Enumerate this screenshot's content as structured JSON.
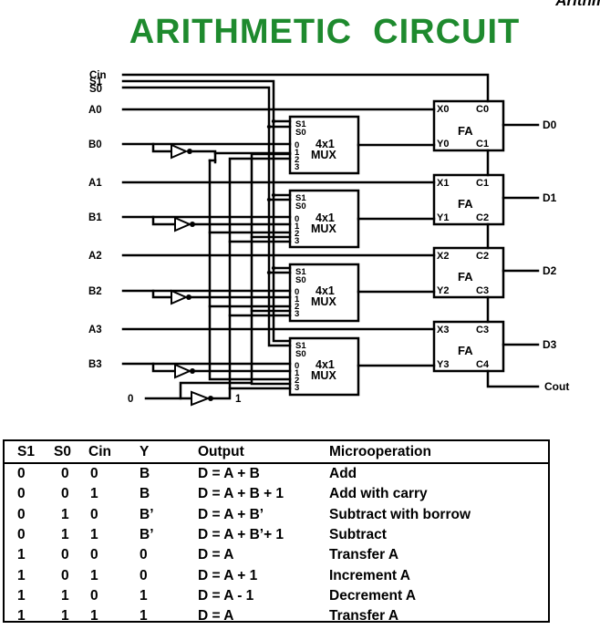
{
  "corner_text": "Arithm",
  "title": "ARITHMETIC  CIRCUIT",
  "inputs": {
    "cin": "Cin",
    "s1": "S1",
    "s0": "S0",
    "a0": "A0",
    "b0": "B0",
    "a1": "A1",
    "b1": "B1",
    "a2": "A2",
    "b2": "B2",
    "a3": "A3",
    "b3": "B3",
    "zero": "0",
    "one": "1"
  },
  "mux": {
    "sel1": "S1",
    "sel0": "S0",
    "in0": "0",
    "in1": "1",
    "in2": "2",
    "in3": "3",
    "name_line1": "4x1",
    "name_line2": "MUX"
  },
  "adders": [
    {
      "x": "X0",
      "y": "Y0",
      "cin": "C0",
      "cout": "C1",
      "name": "FA",
      "out": "D0"
    },
    {
      "x": "X1",
      "y": "Y1",
      "cin": "C1",
      "cout": "C2",
      "name": "FA",
      "out": "D1"
    },
    {
      "x": "X2",
      "y": "Y2",
      "cin": "C2",
      "cout": "C3",
      "name": "FA",
      "out": "D2"
    },
    {
      "x": "X3",
      "y": "Y3",
      "cin": "C3",
      "cout": "C4",
      "name": "FA",
      "out": "D3"
    }
  ],
  "cout_label": "Cout",
  "table": {
    "headers": [
      "S1",
      "S0",
      "Cin",
      "Y",
      "Output",
      "Microoperation"
    ],
    "rows": [
      [
        "0",
        "0",
        "0",
        "B",
        "D = A + B",
        "Add"
      ],
      [
        "0",
        "0",
        "1",
        "B",
        "D = A + B + 1",
        "Add with carry"
      ],
      [
        "0",
        "1",
        "0",
        "B’",
        "D = A + B’",
        "Subtract with borrow"
      ],
      [
        "0",
        "1",
        "1",
        "B’",
        "D = A + B’+ 1",
        "Subtract"
      ],
      [
        "1",
        "0",
        "0",
        "0",
        "D = A",
        "Transfer A"
      ],
      [
        "1",
        "0",
        "1",
        "0",
        "D = A + 1",
        "Increment A"
      ],
      [
        "1",
        "1",
        "0",
        "1",
        "D = A - 1",
        "Decrement A"
      ],
      [
        "1",
        "1",
        "1",
        "1",
        "D = A",
        "Transfer A"
      ]
    ]
  }
}
